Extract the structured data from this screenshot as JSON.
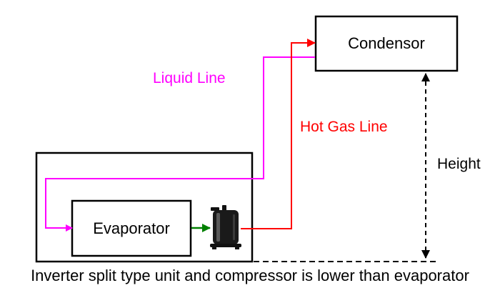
{
  "diagram": {
    "labels": {
      "condensor": "Condensor",
      "evaporator": "Evaporator",
      "liquid_line": "Liquid Line",
      "hot_gas_line": "Hot Gas Line",
      "height": "Height"
    },
    "caption": "Inverter split type unit and compressor is lower than evaporator",
    "colors": {
      "liquid_line": "#ff00ff",
      "hot_gas_line": "#ff0000",
      "flow_arrow": "#008000",
      "outline": "#000000",
      "compressor": "#111111"
    },
    "icons": [
      "compressor-icon"
    ]
  }
}
